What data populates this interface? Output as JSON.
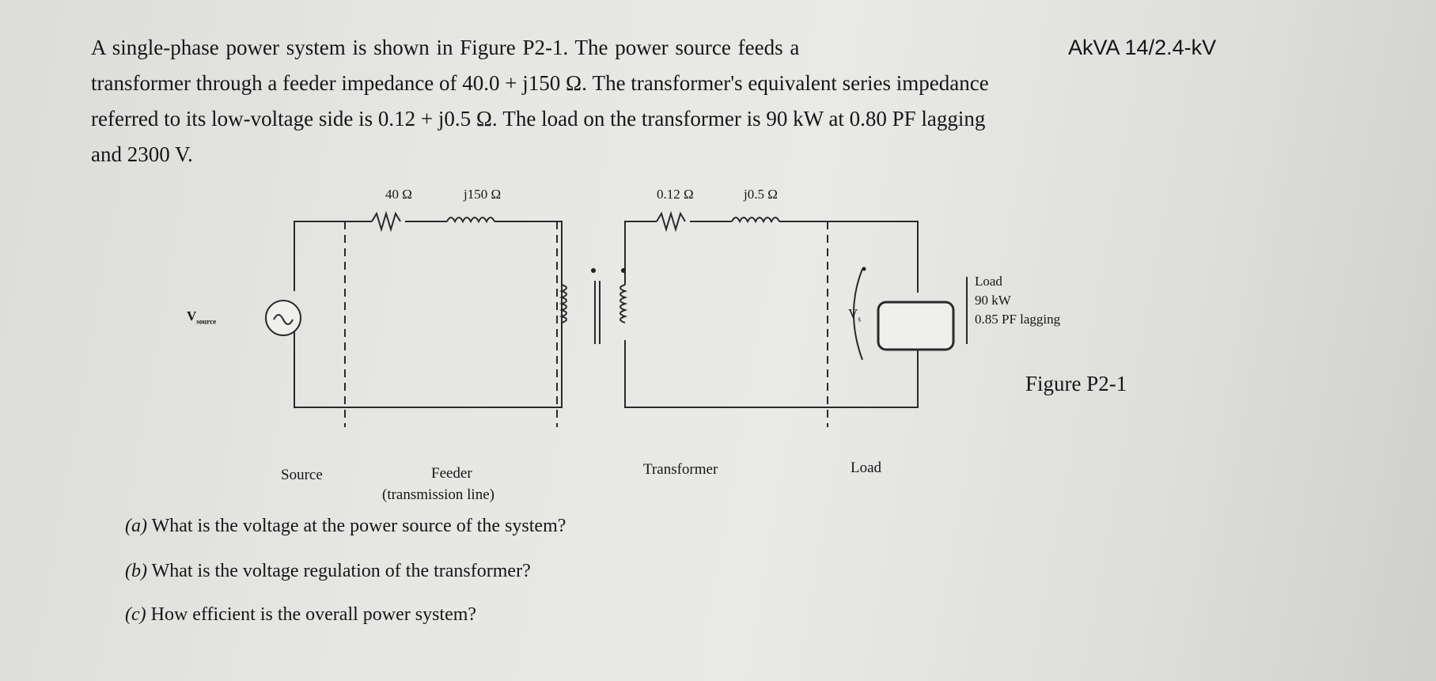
{
  "problem": {
    "line1": "A single-phase power system is shown in Figure P2-1. The power source feeds a",
    "kva_label": "AkVA 14/2.4-kV",
    "line2": "transformer through a feeder impedance of 40.0 + j150 Ω. The transformer's equivalent series impedance",
    "line3": "referred to its low-voltage side is 0.12 + j0.5 Ω. The load on the transformer is 90 kW at 0.80 PF lagging",
    "line4": "and 2300 V."
  },
  "circuit": {
    "feeder_r": "40 Ω",
    "feeder_x": "j150 Ω",
    "xfmr_r": "0.12 Ω",
    "xfmr_x": "j0.5 Ω",
    "source_symbol": "V",
    "source_sub": "source",
    "vs_symbol": "V",
    "vs_sub": "s",
    "load_title": "Load",
    "load_power": "90 kW",
    "load_pf": "0.85 PF lagging",
    "figure_label": "Figure P2-1",
    "section_source": "Source",
    "section_feeder": "Feeder",
    "section_feeder_sub": "(transmission line)",
    "section_transformer": "Transformer",
    "section_load": "Load"
  },
  "questions": [
    {
      "letter": "(a)",
      "text": "What is the voltage at the power source of the system?"
    },
    {
      "letter": "(b)",
      "text": "What is the voltage regulation of the transformer?"
    },
    {
      "letter": "(c)",
      "text": "How efficient is the overall power system?"
    }
  ]
}
